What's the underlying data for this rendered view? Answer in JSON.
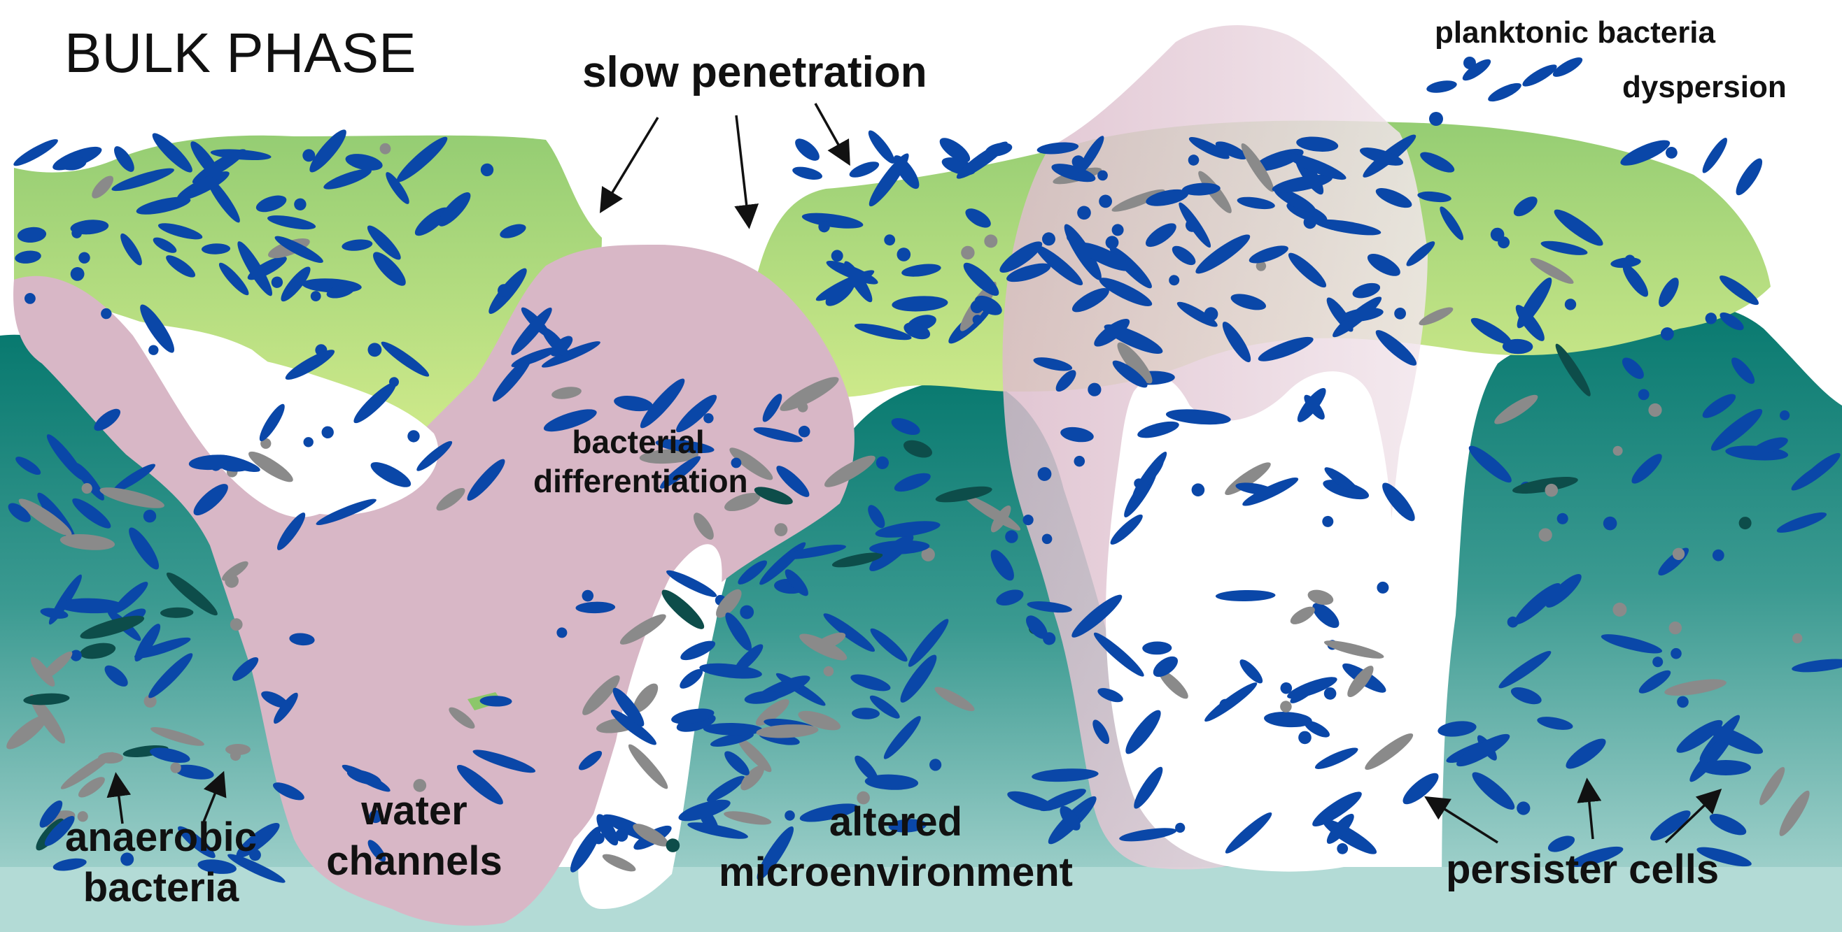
{
  "colors": {
    "background": "#ffffff",
    "green_layer": "#a6d47a",
    "green_light": "#c9e88a",
    "pink_region": "#d8b7c6",
    "pink_light": "#ecdde5",
    "teal_dark": "#0a7a70",
    "teal_light": "#a6d3cf",
    "bacteria_blue": "#0a47a8",
    "bacteria_gray": "#8a8a8a",
    "bacteria_darkteal": "#0d4d4a",
    "arrow": "#111111"
  },
  "labels": {
    "bulk_phase": "BULK PHASE",
    "slow_penetration": "slow penetration",
    "planktonic_bacteria": "planktonic bacteria",
    "dyspersion": "dyspersion",
    "bacterial_differentiation_1": "bacterial",
    "bacterial_differentiation_2": "differentiation",
    "water_channels_1": "water",
    "water_channels_2": "channels",
    "altered_microenvironment_1": "altered",
    "altered_microenvironment_2": "microenvironment",
    "anaerobic_bacteria_1": "anaerobic",
    "anaerobic_bacteria_2": "bacteria",
    "persister_cells": "persister cells"
  },
  "icons": {
    "blue_cell": "blue-rod-bacterium-icon",
    "gray_cell": "gray-rod-bacterium-icon",
    "teal_cell": "dark-teal-rod-bacterium-icon"
  }
}
